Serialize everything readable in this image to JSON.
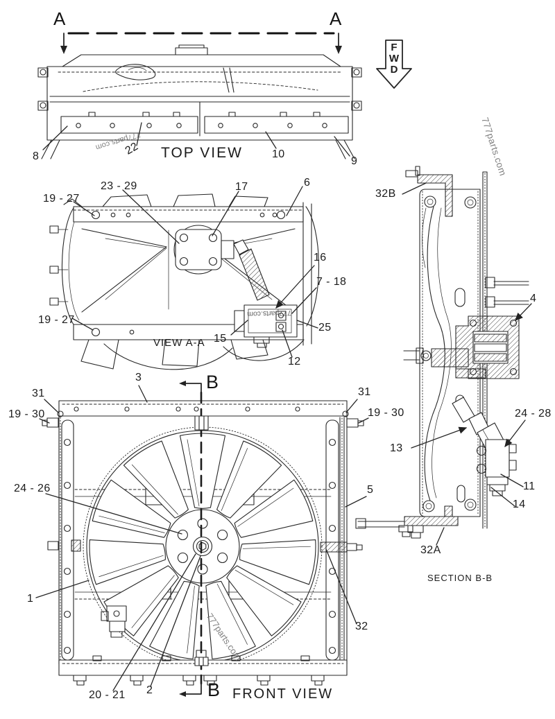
{
  "sections": {
    "a": "A",
    "b": "B"
  },
  "fwd_arrow": {
    "letters": [
      "F",
      "W",
      "D"
    ]
  },
  "watermark": {
    "text": "777parts.com"
  },
  "top_view": {
    "caption": "TOP VIEW",
    "labels": {
      "item8": "8",
      "item22": "22",
      "item10": "10",
      "item9": "9"
    }
  },
  "view_aa": {
    "caption": "VIEW A-A",
    "labels": {
      "item19_27_top": "19 - 27",
      "item23_29": "23 - 29",
      "item17": "17",
      "item6": "6",
      "item16": "16",
      "item7_18": "7 - 18",
      "item15": "15",
      "item25": "25",
      "item12": "12",
      "item19_27_bottom": "19 - 27"
    }
  },
  "front_view": {
    "caption": "FRONT VIEW",
    "labels": {
      "item31_left": "31",
      "item31_right": "31",
      "item19_30_left": "19 - 30",
      "item19_30_right": "19 - 30",
      "item3": "3",
      "item24_26": "24 - 26",
      "item1": "1",
      "item5": "5",
      "item32": "32",
      "item2": "2",
      "item20_21": "20 - 21"
    }
  },
  "section_bb": {
    "caption": "SECTION B-B",
    "labels": {
      "item32b": "32B",
      "item4": "4",
      "item13": "13",
      "item24_28": "24 - 28",
      "item11": "11",
      "item14": "14",
      "item32a": "32A"
    }
  }
}
